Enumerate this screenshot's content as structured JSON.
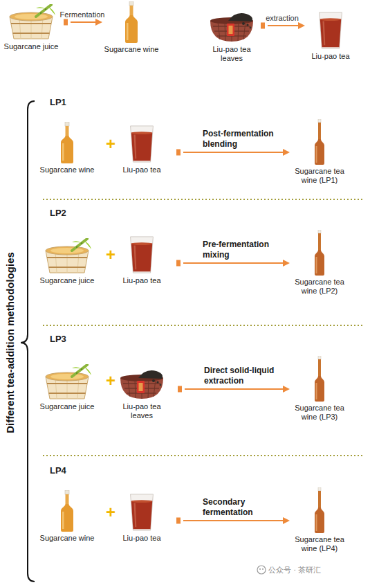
{
  "diagram": {
    "nodes": [
      {
        "text": [
          "Sugarcane juice"
        ]
      },
      {
        "text": [
          "Sugarcane wine"
        ]
      },
      {
        "text": [
          "Liu-pao tea leaves"
        ]
      },
      {
        "text": [
          "Liu-pao tea"
        ]
      },
      {
        "text": [
          "Sugarcane wine"
        ]
      },
      {
        "text": [
          "Liu-pao tea"
        ]
      },
      {
        "text": [
          "Sugarcane tea wine (LP1)"
        ]
      },
      {
        "text": [
          "Sugarcane juice"
        ]
      },
      {
        "text": [
          "Liu-pao tea"
        ]
      },
      {
        "text": [
          "Sugarcane tea wine (LP2)"
        ]
      },
      {
        "text": [
          "Sugarcane juice"
        ]
      },
      {
        "text": [
          "Liu-pao tea leaves"
        ]
      },
      {
        "text": [
          "Sugarcane tea wine (LP3)"
        ]
      },
      {
        "text": [
          "Sugarcane wine"
        ]
      },
      {
        "text": [
          "Liu-pao tea"
        ]
      },
      {
        "text": [
          "Sugarcane tea wine (LP4)"
        ]
      }
    ],
    "edges": [
      {
        "from": 0,
        "to": 1,
        "label": "Fermentation",
        "arrow": "to"
      },
      {
        "from": 2,
        "to": 3,
        "label": "extraction",
        "arrow": "to"
      },
      {
        "from": 5,
        "to": 6,
        "label": "Post-fermentation blending",
        "arrow": "to"
      },
      {
        "from": 8,
        "to": 9,
        "label": "Pre-fermentation mixing",
        "arrow": "to"
      },
      {
        "from": 11,
        "to": 12,
        "label": "Direct solid-liquid extraction",
        "arrow": "to"
      },
      {
        "from": 14,
        "to": 15,
        "label": "Secondary fermentation",
        "arrow": "to"
      }
    ],
    "labels": [
      "LP1",
      "+",
      "LP2",
      "+",
      "LP3",
      "+",
      "LP4",
      "+",
      "Different tea-addition methodologies",
      "公众号 · 茶研汇"
    ]
  }
}
